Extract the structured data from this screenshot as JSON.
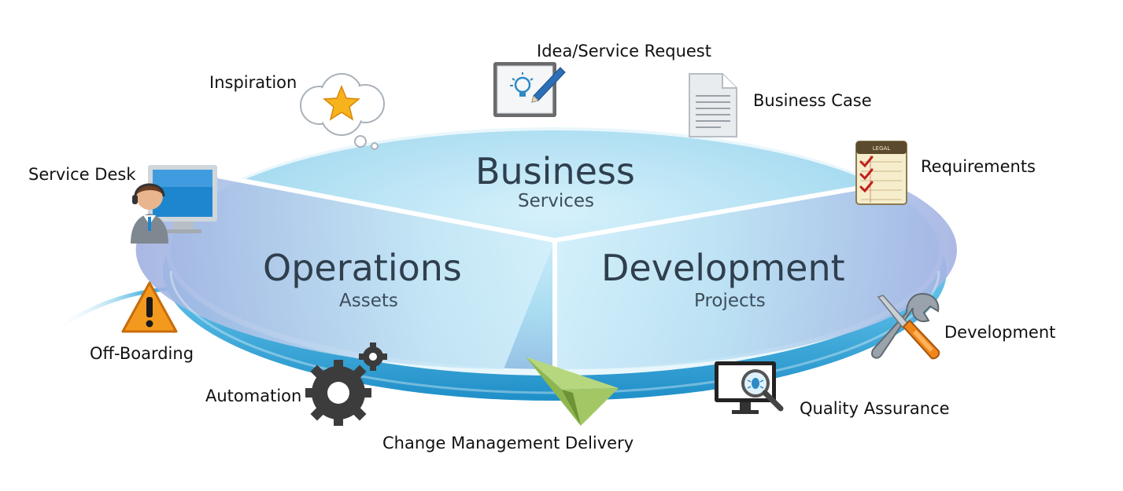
{
  "sections": {
    "business": {
      "title": "Business",
      "subtitle": "Services"
    },
    "operations": {
      "title": "Operations",
      "subtitle": "Assets"
    },
    "development": {
      "title": "Development",
      "subtitle": "Projects"
    }
  },
  "labels": {
    "idea_service_request": "Idea/Service Request",
    "inspiration": "Inspiration",
    "business_case": "Business Case",
    "service_desk": "Service Desk",
    "requirements": "Requirements",
    "off_boarding": "Off-Boarding",
    "development": "Development",
    "automation": "Automation",
    "quality_assurance": "Quality Assurance",
    "change_management": "Change Management",
    "delivery": "Delivery"
  },
  "icons": {
    "idea": "whiteboard-lightbulb-icon",
    "inspiration": "thought-cloud-star-icon",
    "business_case": "document-icon",
    "service_desk": "support-agent-computer-icon",
    "requirements": "legal-pad-checklist-icon",
    "off_boarding": "warning-triangle-icon",
    "development": "wrench-screwdriver-icon",
    "automation": "gears-icon",
    "quality_assurance": "monitor-magnifier-bug-icon",
    "delivery": "paper-airplane-icon"
  },
  "legal_pad_header": "LEGAL",
  "colors": {
    "disc_light": "#c8ecf8",
    "disc_mid": "#8ed2ee",
    "disc_edge": "#3aa8d8",
    "section_text": "#2f3f4d",
    "warning_orange": "#f39a1e",
    "airplane_green": "#9cc25a",
    "gear_dark": "#3c3c3c"
  }
}
